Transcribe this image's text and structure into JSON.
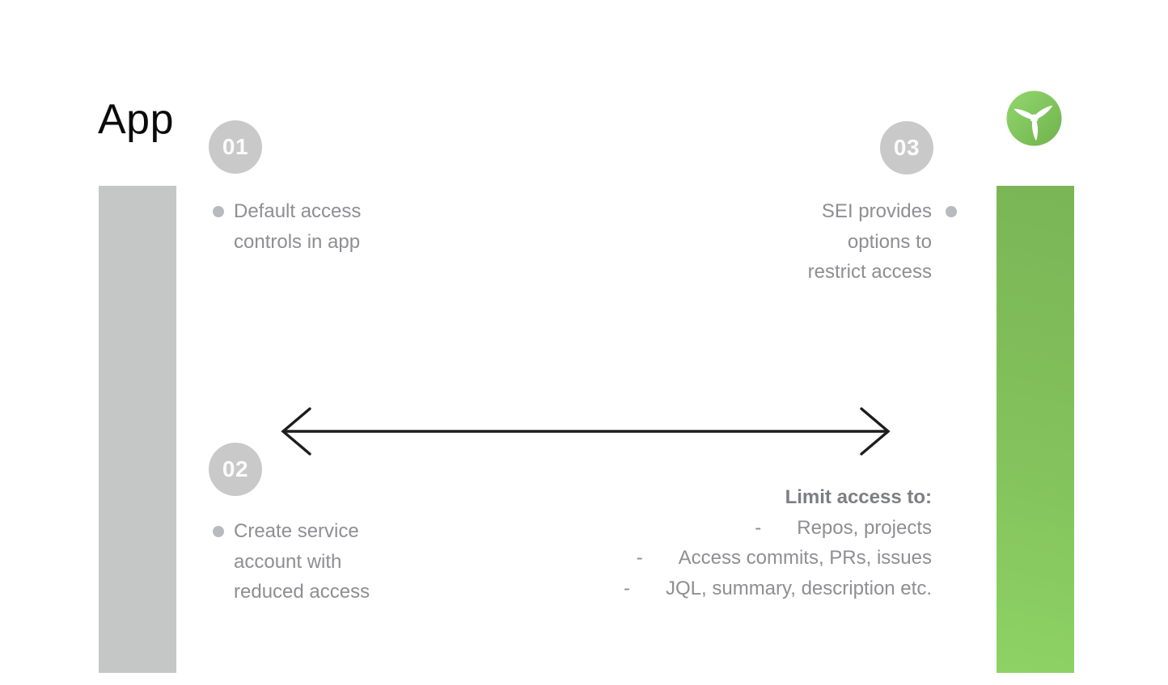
{
  "title": "App",
  "logo": {
    "icon": "propeller-icon"
  },
  "steps": [
    {
      "number": "01",
      "lines": [
        "Default access",
        "controls in app"
      ]
    },
    {
      "number": "02",
      "lines": [
        "Create service",
        "account with",
        "reduced access"
      ]
    },
    {
      "number": "03",
      "lines": [
        "SEI provides",
        "options to",
        "restrict access"
      ]
    }
  ],
  "limit": {
    "title": "Limit access to:",
    "dash": "-",
    "items": [
      "Repos, projects",
      "Access commits, PRs, issues",
      "JQL, summary, description etc."
    ]
  },
  "colors": {
    "gray_bar": "#c5c6c6",
    "green_bar_top": "#7ab556",
    "green_bar_bottom": "#8ed264",
    "step_circle": "#c9c9ca",
    "body_text": "#8e8e93",
    "bold_text": "#7d7e83",
    "title_text": "#0b0b0c",
    "arrow": "#1d1d1f"
  }
}
